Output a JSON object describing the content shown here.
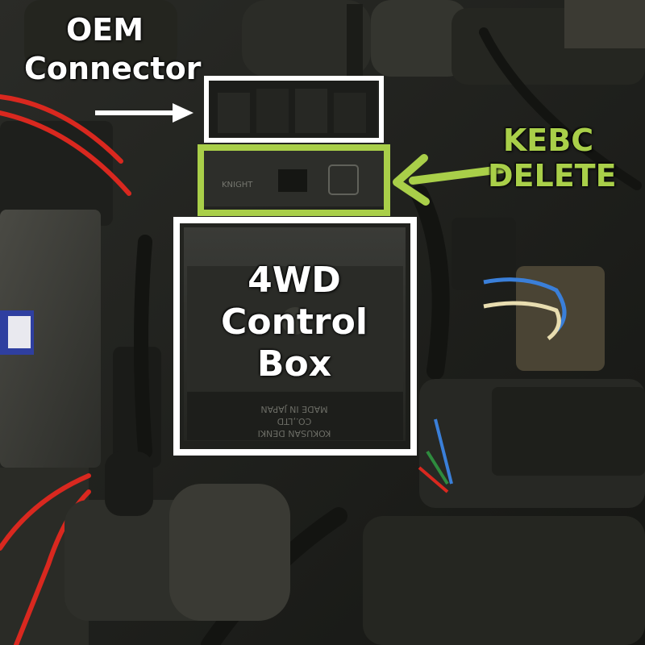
{
  "photo": {
    "labels": {
      "oem_connector_line1": "OEM",
      "oem_connector_line2": "Connector",
      "kebc_line1": "KEBC",
      "kebc_line2": "DELETE",
      "control_box_line1": "4WD",
      "control_box_line2": "Control",
      "control_box_line3": "Box"
    },
    "part_markings": {
      "kebc_module_brand": "KNIGHT",
      "control_box_maker": "KOKUSAN DENKI",
      "control_box_company": "CO.,LTD",
      "control_box_country": "MADE IN JAPAN"
    },
    "colors": {
      "highlight_white": "#ffffff",
      "highlight_green": "#a9cf49",
      "wire_red": "#d9281f",
      "wire_blue": "#3a7fd9",
      "wire_cream": "#e8ddb0",
      "housing_black": "#1d1e1c"
    }
  }
}
